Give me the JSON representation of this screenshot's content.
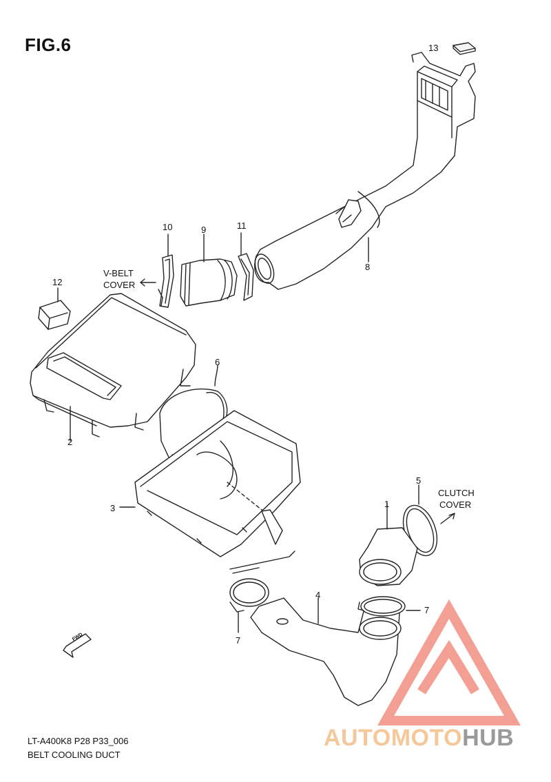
{
  "figure": {
    "title": "FIG.6"
  },
  "callouts": {
    "p1": "1",
    "p2": "2",
    "p3": "3",
    "p4": "4",
    "p5": "5",
    "p6": "6",
    "p7a": "7",
    "p7b": "7",
    "p8": "8",
    "p9": "9",
    "p10": "10",
    "p11": "11",
    "p12": "12",
    "p13": "13"
  },
  "notes": {
    "vbelt_line1": "V-BELT",
    "vbelt_line2": "COVER",
    "clutch_line1": "CLUTCH",
    "clutch_line2": "COVER",
    "fwd": "FWD"
  },
  "footer": {
    "code": "LT-A400K8 P28 P33_006",
    "caption": "BELT COOLING DUCT"
  },
  "watermark": {
    "word_a": "AUTOMOTO",
    "word_b": "HUB",
    "color_primary": "#f08070",
    "color_light": "#f5c89a",
    "color_gray": "#9a9a9a"
  }
}
